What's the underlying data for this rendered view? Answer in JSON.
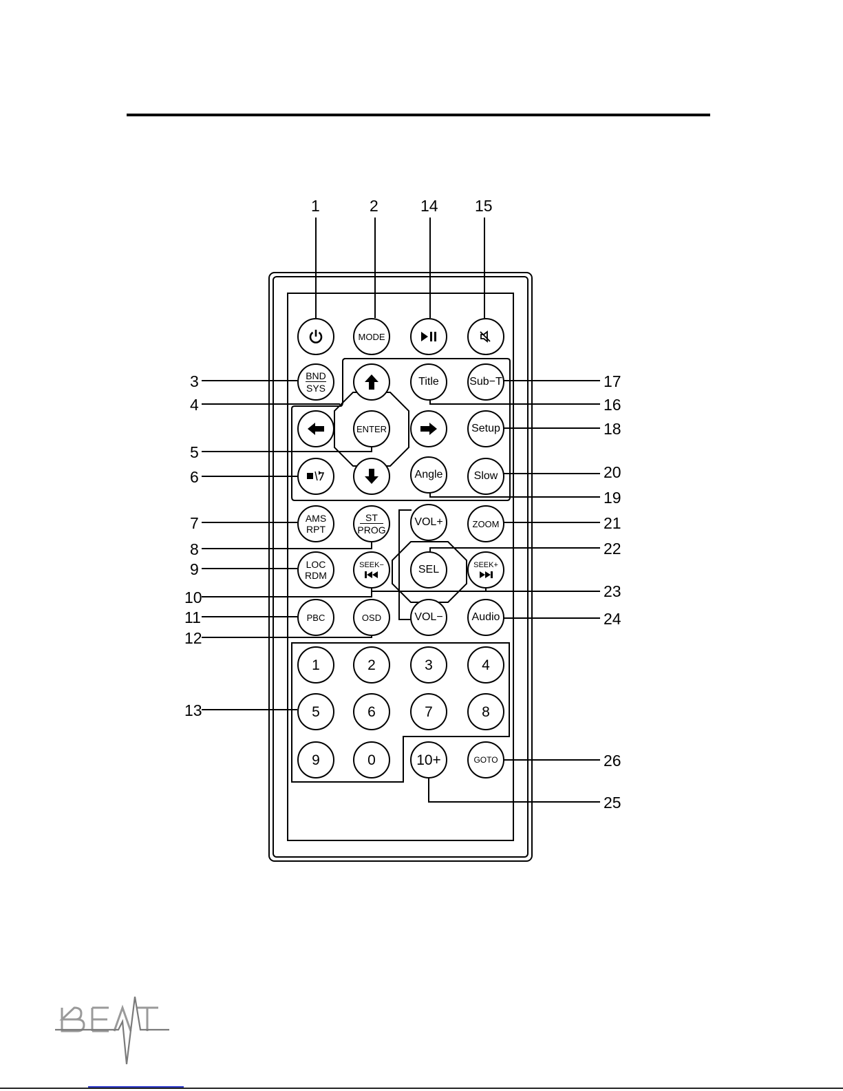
{
  "remote": {
    "buttons": {
      "mode": "MODE",
      "bnd": "BND",
      "sys": "SYS",
      "title": "Title",
      "subt": "Sub−T",
      "enter": "ENTER",
      "setup": "Setup",
      "angle": "Angle",
      "slow": "Slow",
      "ams": "AMS",
      "rpt": "RPT",
      "st": "ST",
      "prog": "PROG",
      "volup": "VOL+",
      "zoom": "ZOOM",
      "loc": "LOC",
      "rdm": "RDM",
      "seekminus": "SEEK−",
      "sel": "SEL",
      "seekplus": "SEEK+",
      "pbc": "PBC",
      "osd": "OSD",
      "voldown": "VOL−",
      "audio": "Audio",
      "n1": "1",
      "n2": "2",
      "n3": "3",
      "n4": "4",
      "n5": "5",
      "n6": "6",
      "n7": "7",
      "n8": "8",
      "n9": "9",
      "n0": "0",
      "tenplus": "10+",
      "goto": "GOTO"
    },
    "callouts": {
      "c1": "1",
      "c2": "2",
      "c14": "14",
      "c15": "15",
      "c3": "3",
      "c4": "4",
      "c5": "5",
      "c6": "6",
      "c7": "7",
      "c8": "8",
      "c9": "9",
      "c10": "10",
      "c11": "11",
      "c12": "12",
      "c13": "13",
      "c16": "16",
      "c17": "17",
      "c18": "18",
      "c19": "19",
      "c20": "20",
      "c21": "21",
      "c22": "22",
      "c23": "23",
      "c24": "24",
      "c25": "25",
      "c26": "26"
    }
  },
  "logo": {
    "text": "BEAT"
  },
  "colors": {
    "line": "#000000",
    "footer_link": "#2a36c8"
  },
  "icons": [
    "power-icon",
    "play-pause-icon",
    "mute-icon",
    "arrow-up-icon",
    "arrow-left-icon",
    "arrow-right-icon",
    "arrow-down-icon",
    "stop-return-icon",
    "previous-track-icon",
    "next-track-icon"
  ]
}
